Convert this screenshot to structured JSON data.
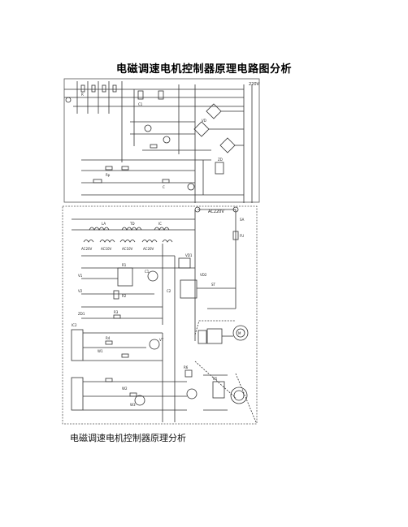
{
  "document": {
    "title": "电磁调速电机控制器原理电路图分析",
    "caption": "电磁调速电机控制器原理分析"
  },
  "schematic_top": {
    "labels": [
      "220V",
      "R",
      "C1",
      "VD",
      "ZD",
      "Rp",
      "C"
    ]
  },
  "schematic_bottom": {
    "labels": [
      "AC220V",
      "SA",
      "FU",
      "LA",
      "TD",
      "IC",
      "AC20V",
      "AC10V",
      "AC10V",
      "AC20V",
      "V1",
      "V2",
      "VD1",
      "VD2",
      "R1",
      "R2",
      "C1",
      "C2",
      "ST",
      "R3",
      "R4",
      "W1",
      "W2",
      "W3",
      "IC2",
      "VT",
      "M",
      "ZD1",
      "R5",
      "R6"
    ]
  }
}
